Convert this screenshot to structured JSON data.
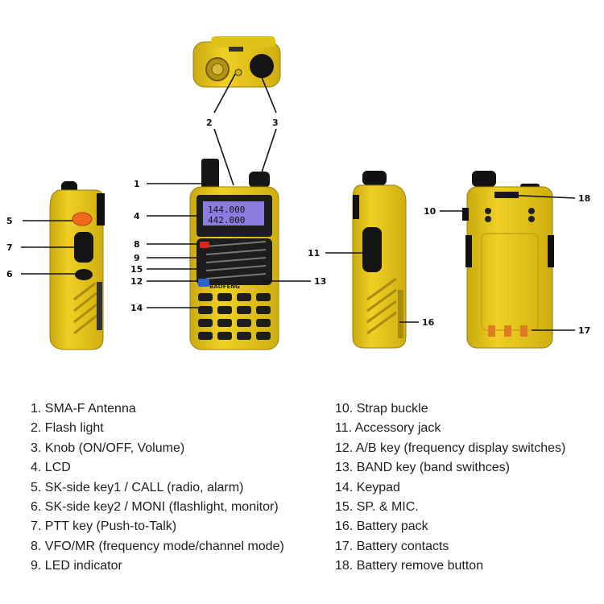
{
  "callouts": [
    "1",
    "2",
    "3",
    "4",
    "5",
    "6",
    "7",
    "8",
    "9",
    "10",
    "11",
    "12",
    "13",
    "14",
    "15",
    "16",
    "17",
    "18"
  ],
  "screen": {
    "line1": "144.000",
    "line2": "442.000",
    "brand": "BAOFENG"
  },
  "legend_left": [
    "1. SMA-F Antenna",
    "2. Flash light",
    "3. Knob (ON/OFF, Volume)",
    "4. LCD",
    "5. SK-side key1 / CALL (radio, alarm)",
    "6. SK-side key2 / MONI (flashlight, monitor)",
    "7. PTT key (Push-to-Talk)",
    "8. VFO/MR (frequency mode/channel mode)",
    "9. LED indicator"
  ],
  "legend_right": [
    "10. Strap buckle",
    "11. Accessory jack",
    "12. A/B key (frequency display switches)",
    "13. BAND key (band swithces)",
    "14. Keypad",
    "15. SP. & MIC.",
    "16. Battery pack",
    "17. Battery contacts",
    "18. Battery remove button"
  ],
  "colors": {
    "body": "#e6c413",
    "body_dark": "#b89a10",
    "black": "#1a1a1a",
    "lcd": "#8b7de0",
    "orange": "#f26a1b"
  }
}
